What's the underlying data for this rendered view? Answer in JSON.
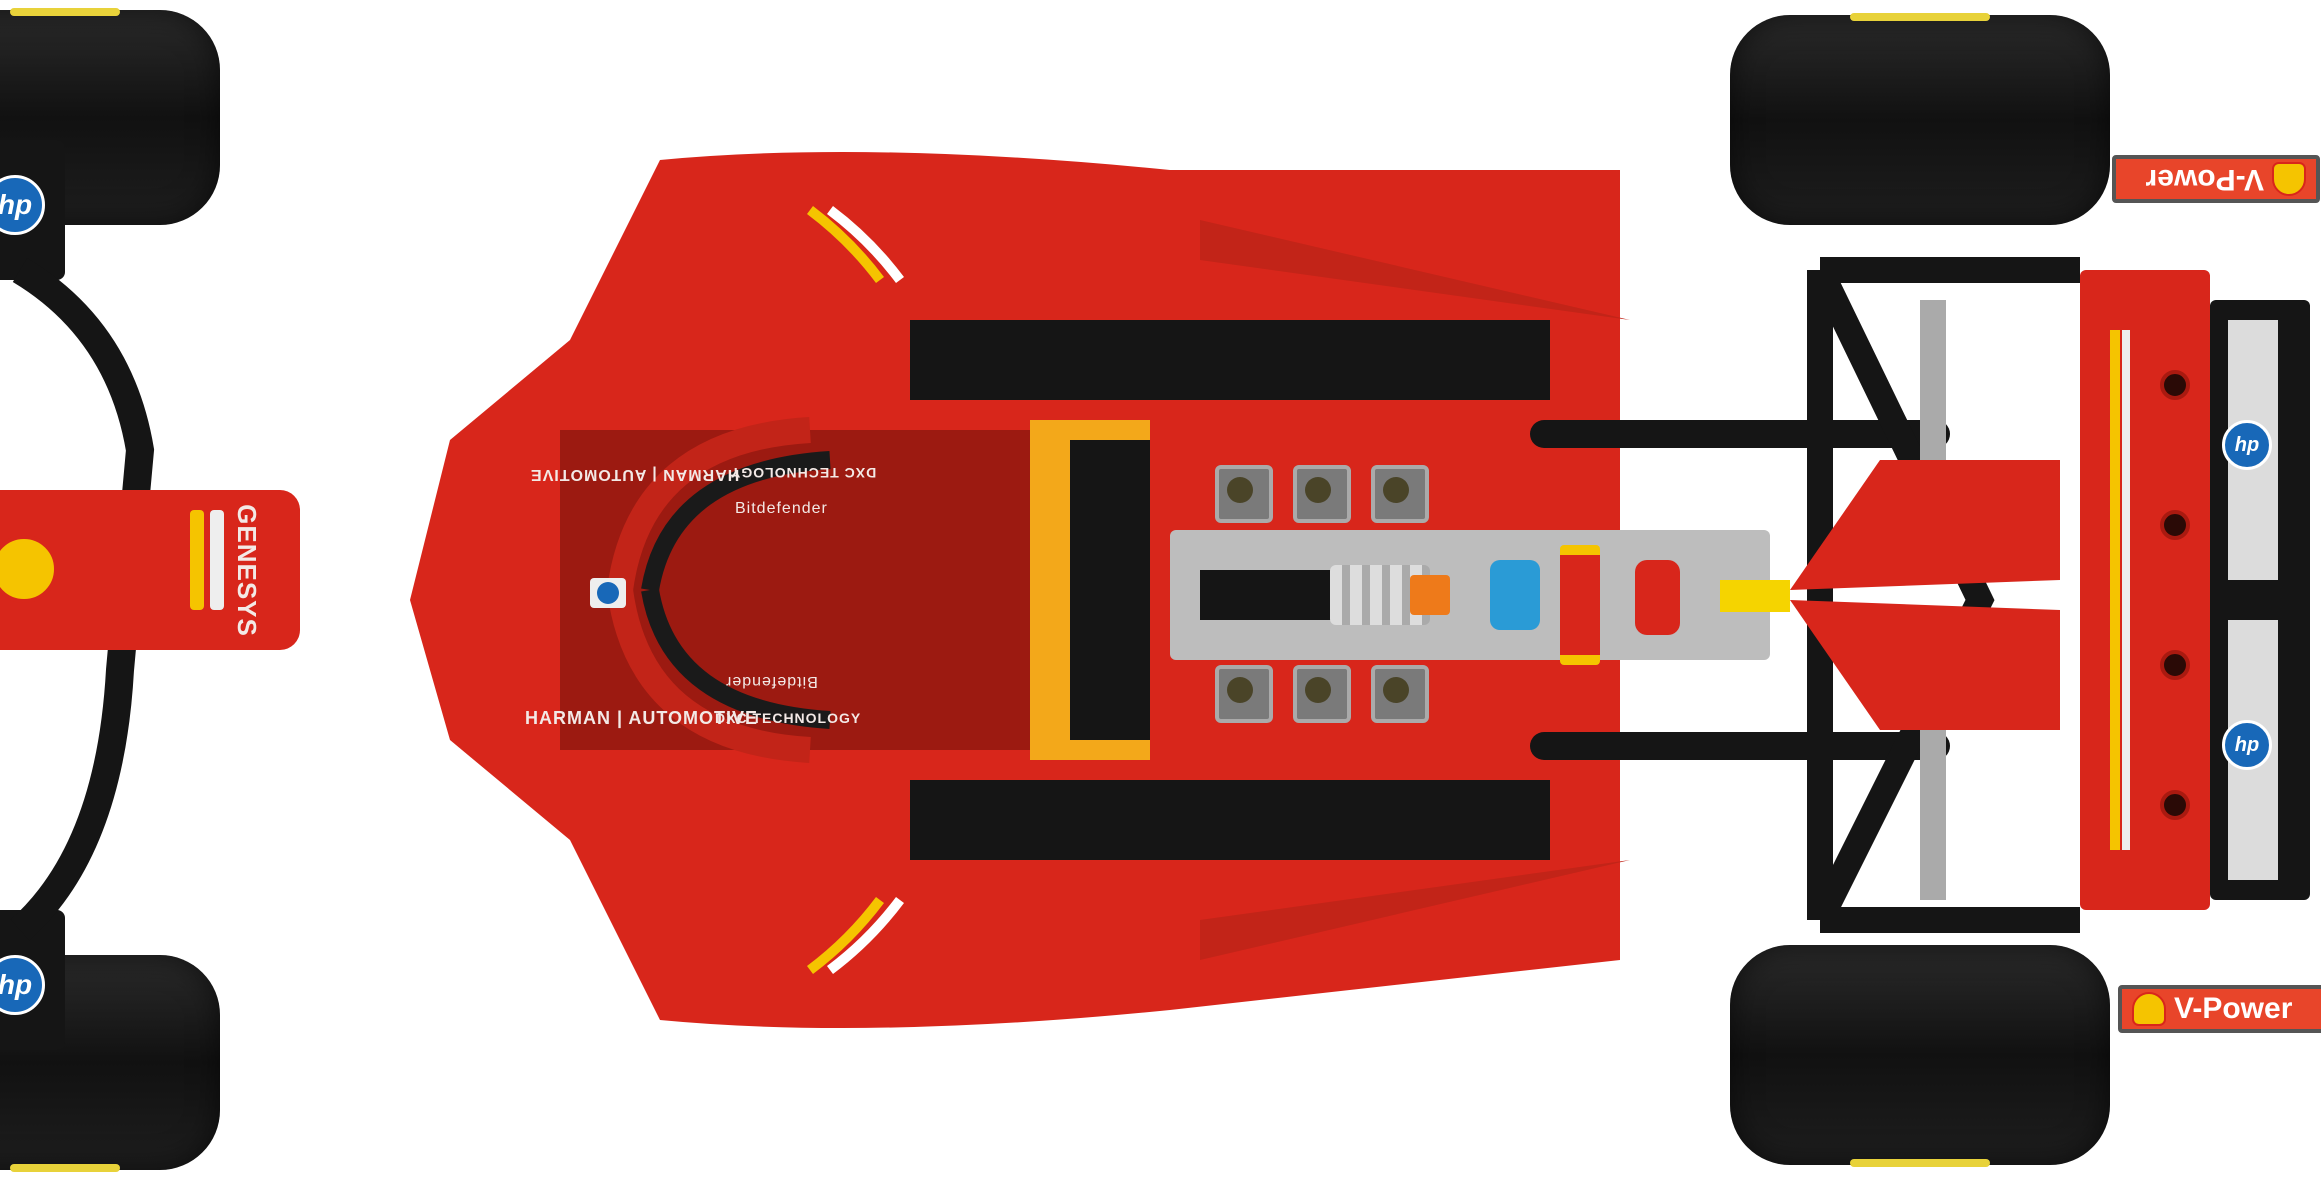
{
  "subject": "LEGO Technic Ferrari F1 car, top-down view",
  "colors": {
    "body_red": "#d8261b",
    "accent_yellow": "#f5c400",
    "hp_blue": "#1868b8",
    "tire_black": "#1a1a1a",
    "chassis_grey": "#9a9a9a",
    "vpower_orange": "#e8452a"
  },
  "decals": {
    "sponsor_top_left": "HARMAN | AUTOMOTIVE",
    "sponsor_top_right": "DXC TECHNOLOGY",
    "bitdefender_top": "Bitdefender",
    "bitdefender_bottom": "Bitdefender",
    "sponsor_bottom_left": "HARMAN | AUTOMOTIVE",
    "sponsor_bottom_right": "DXC TECHNOLOGY",
    "nose_sponsor": "GENESYS",
    "rear_wing_top": "V-Power",
    "rear_wing_bottom": "V-Power",
    "hp": "hp"
  }
}
